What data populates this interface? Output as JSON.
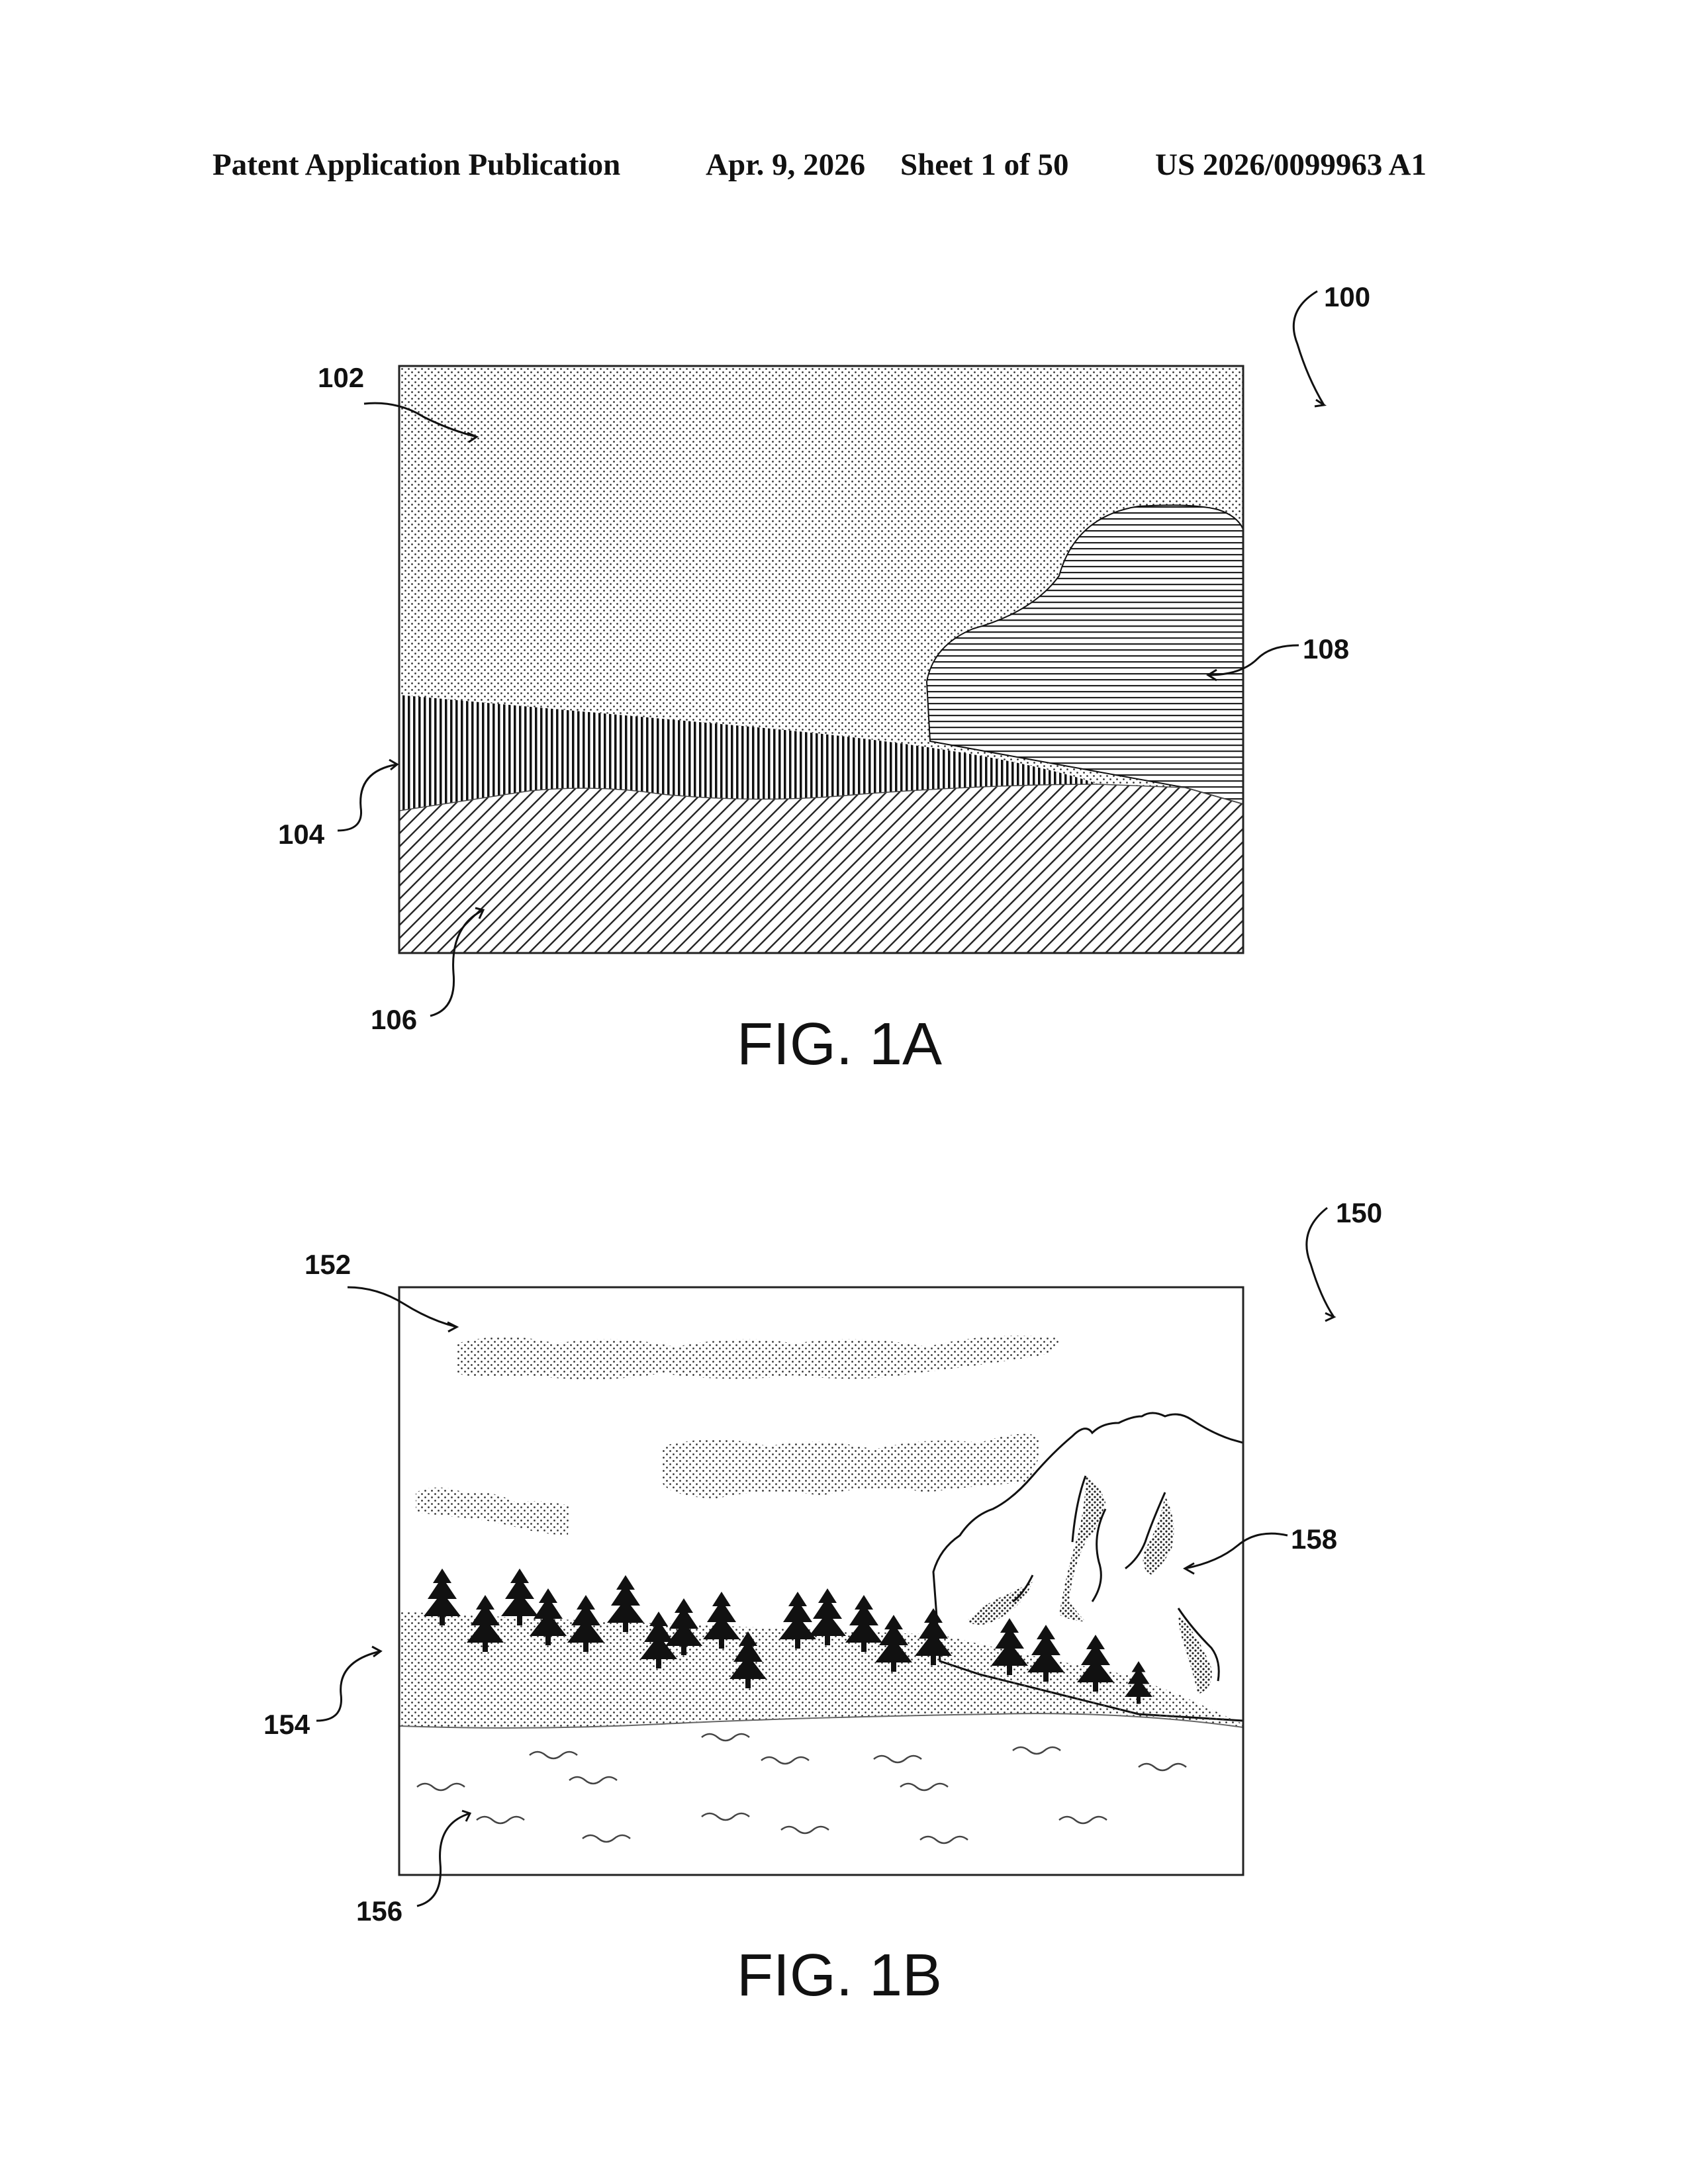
{
  "header": {
    "publication": "Patent Application Publication",
    "date": "Apr. 9, 2026",
    "sheet": "Sheet 1 of 50",
    "number": "US 2026/0099963 A1"
  },
  "figures": [
    {
      "label": "FIG. 1A",
      "refs": [
        "100",
        "102",
        "104",
        "106",
        "108"
      ]
    },
    {
      "label": "FIG. 1B",
      "refs": [
        "150",
        "152",
        "154",
        "156",
        "158"
      ]
    }
  ]
}
